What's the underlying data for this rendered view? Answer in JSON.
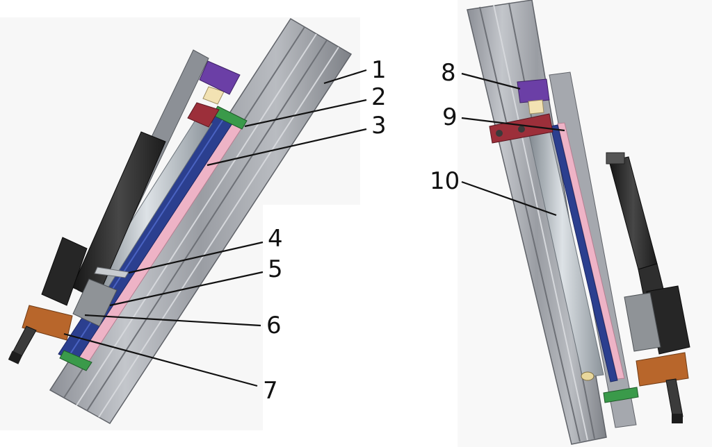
{
  "callouts": [
    {
      "id": "1",
      "text": "1"
    },
    {
      "id": "2",
      "text": "2"
    },
    {
      "id": "3",
      "text": "3"
    },
    {
      "id": "4",
      "text": "4"
    },
    {
      "id": "5",
      "text": "5"
    },
    {
      "id": "6",
      "text": "6"
    },
    {
      "id": "7",
      "text": "7"
    },
    {
      "id": "8",
      "text": "8"
    },
    {
      "id": "9",
      "text": "9"
    },
    {
      "id": "10",
      "text": "10"
    }
  ],
  "colors": {
    "aluminum": "#a7aab0",
    "aluminum_dark": "#70747a",
    "rail_blue": "#2b3f8f",
    "strip_pink": "#eeb3c6",
    "cylinder": "#b9c0c6",
    "motor_black": "#2b2b2b",
    "bracket_red": "#9c2f3a",
    "cap_purple": "#6b3fa6",
    "plate_orange": "#b8662b",
    "end_green": "#3a9a4a",
    "bearing_cream": "#f2e2b3"
  }
}
